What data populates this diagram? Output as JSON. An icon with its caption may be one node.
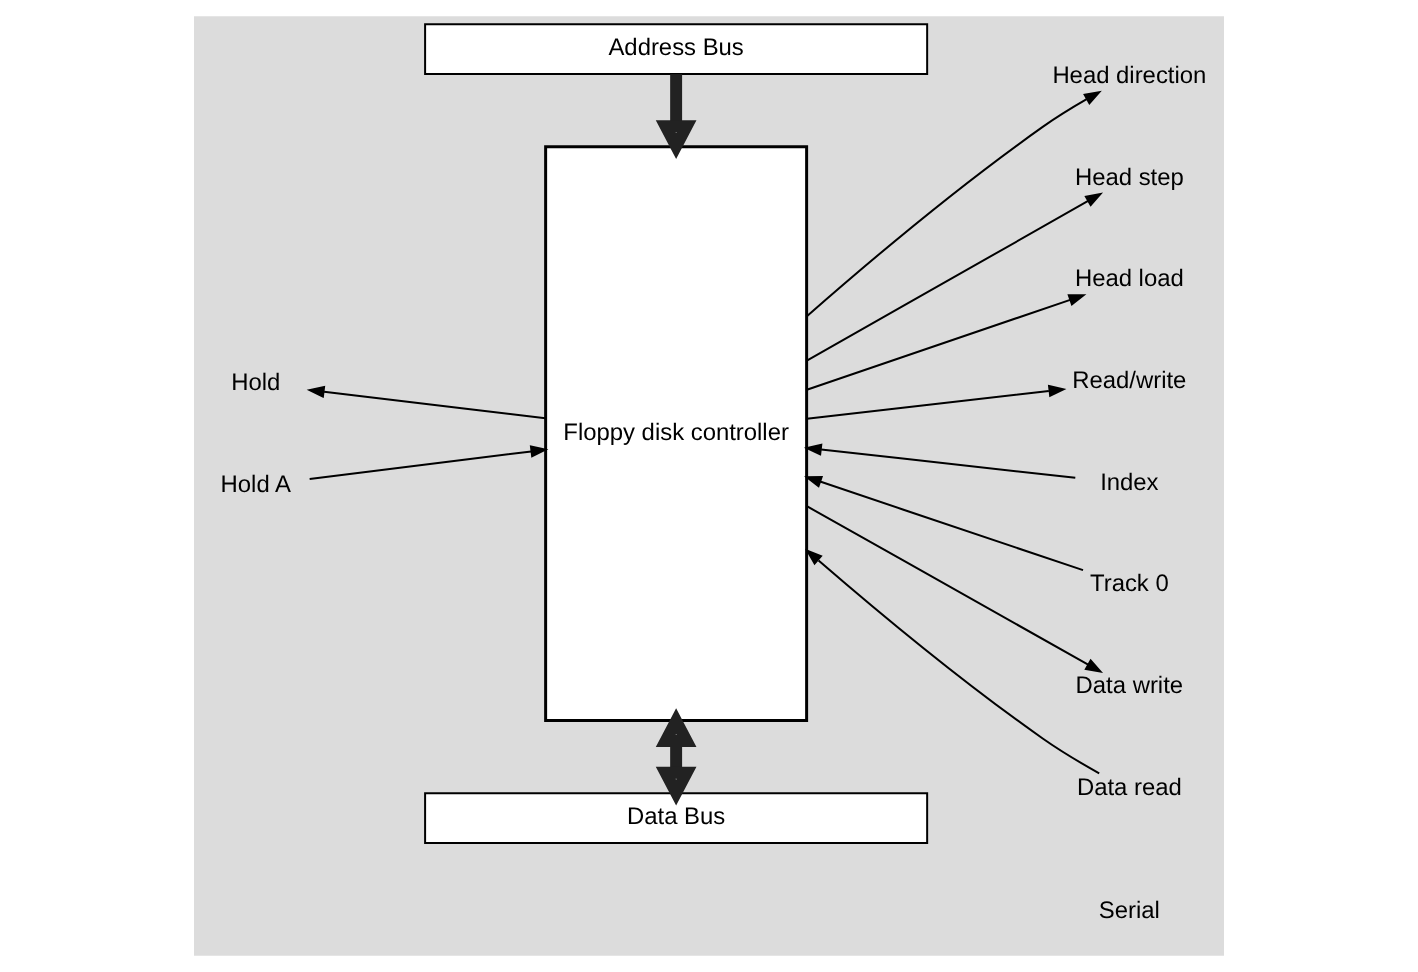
{
  "diagram": {
    "nodes": [
      {
        "text": [
          "Floppy disk controller"
        ]
      },
      {
        "text": [
          "Address Bus"
        ]
      },
      {
        "text": [
          "Data Bus"
        ]
      },
      {
        "text": [
          "Hold"
        ]
      },
      {
        "text": [
          "Hold A"
        ]
      },
      {
        "text": [
          "Head direction"
        ]
      },
      {
        "text": [
          "Head step"
        ]
      },
      {
        "text": [
          "Head load"
        ]
      },
      {
        "text": [
          "Read/write"
        ]
      },
      {
        "text": [
          "Index"
        ]
      },
      {
        "text": [
          "Track 0"
        ]
      },
      {
        "text": [
          "Data write"
        ]
      },
      {
        "text": [
          "Data read"
        ]
      }
    ],
    "edges": [
      {
        "from": 1,
        "to": 0,
        "arrow": "to",
        "style": "thick"
      },
      {
        "from": 0,
        "to": 2,
        "arrow": "both",
        "style": "thick"
      },
      {
        "from": 0,
        "to": 3,
        "arrow": "to"
      },
      {
        "from": 4,
        "to": 0,
        "arrow": "to"
      },
      {
        "from": 0,
        "to": 5,
        "arrow": "to"
      },
      {
        "from": 0,
        "to": 6,
        "arrow": "to"
      },
      {
        "from": 0,
        "to": 7,
        "arrow": "to"
      },
      {
        "from": 0,
        "to": 8,
        "arrow": "to"
      },
      {
        "from": 9,
        "to": 0,
        "arrow": "to"
      },
      {
        "from": 10,
        "to": 0,
        "arrow": "to"
      },
      {
        "from": 0,
        "to": 11,
        "arrow": "to"
      },
      {
        "from": 12,
        "to": 0,
        "arrow": "to"
      }
    ],
    "labels": [
      "Serial"
    ]
  }
}
